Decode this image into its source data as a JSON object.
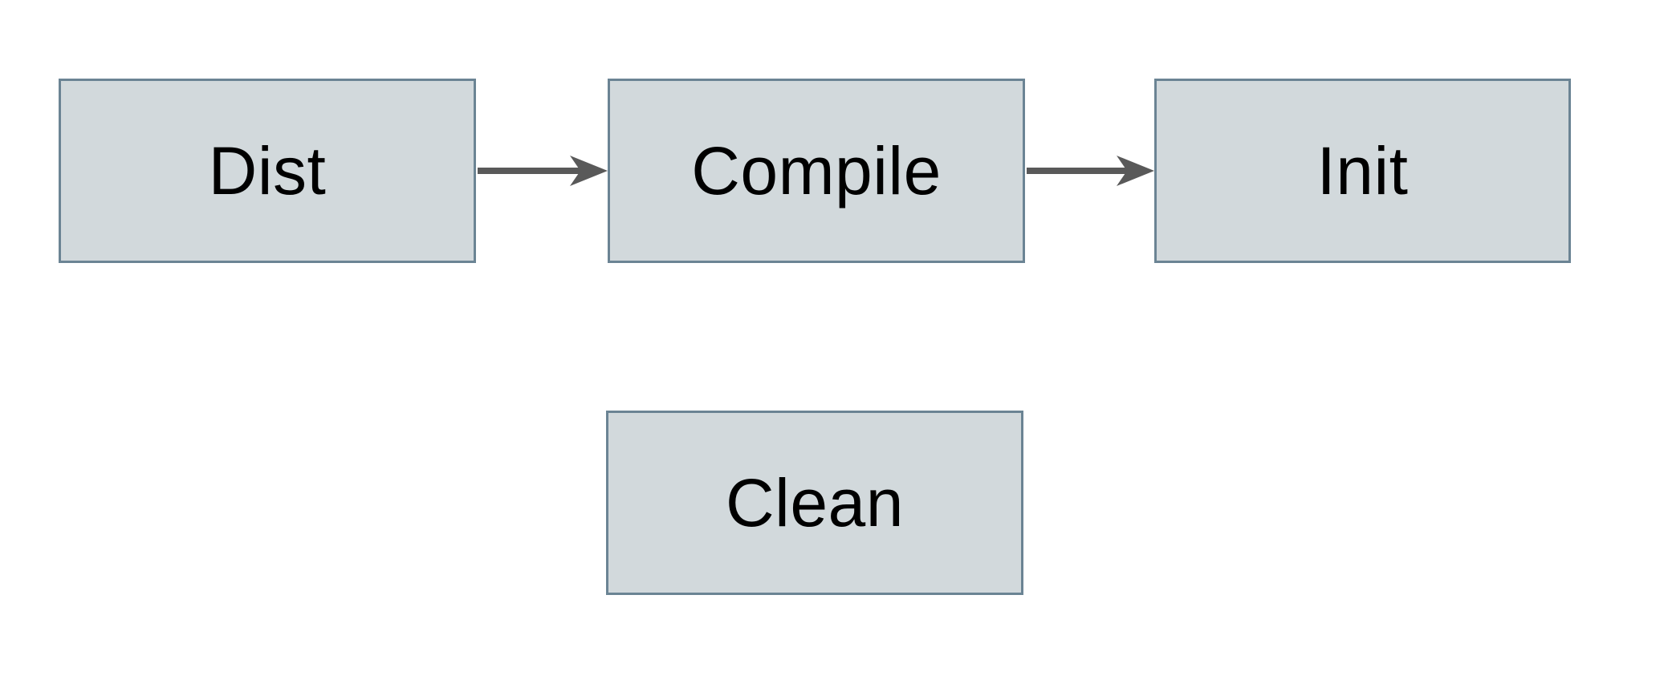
{
  "diagram": {
    "nodes": [
      {
        "id": "dist",
        "label": "Dist"
      },
      {
        "id": "compile",
        "label": "Compile"
      },
      {
        "id": "init",
        "label": "Init"
      },
      {
        "id": "clean",
        "label": "Clean"
      }
    ],
    "edges": [
      {
        "from": "dist",
        "to": "compile"
      },
      {
        "from": "compile",
        "to": "init"
      }
    ]
  },
  "colors": {
    "canvas-bg": "#ffffff",
    "node-fill": "#d2d9dc",
    "node-border": "#6b8494",
    "arrow": "#595959",
    "node-text": "#000000"
  }
}
